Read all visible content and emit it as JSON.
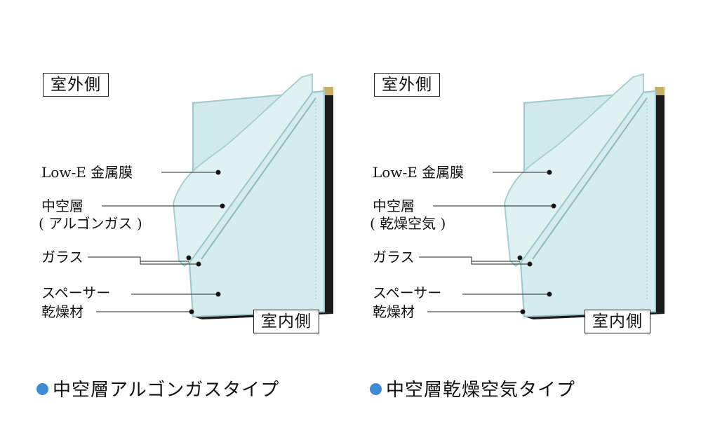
{
  "colors": {
    "bullet": "#3e8bd8",
    "glass": "#cfe9ec",
    "frame": "#1a1a1a"
  },
  "left_panel": {
    "outside_label": "室外側",
    "inside_label": "室内側",
    "labels": {
      "lowe": "Low-E 金属膜",
      "hollow": "中空層",
      "hollow_sub": "( アルゴンガス )",
      "glass": "ガラス",
      "spacer": "スペーサー",
      "desiccant": "乾燥材"
    },
    "caption": "中空層アルゴンガスタイプ"
  },
  "right_panel": {
    "outside_label": "室外側",
    "inside_label": "室内側",
    "labels": {
      "lowe": "Low-E 金属膜",
      "hollow": "中空層",
      "hollow_sub": "( 乾燥空気 )",
      "glass": "ガラス",
      "spacer": "スペーサー",
      "desiccant": "乾燥材"
    },
    "caption": "中空層乾燥空気タイプ"
  }
}
